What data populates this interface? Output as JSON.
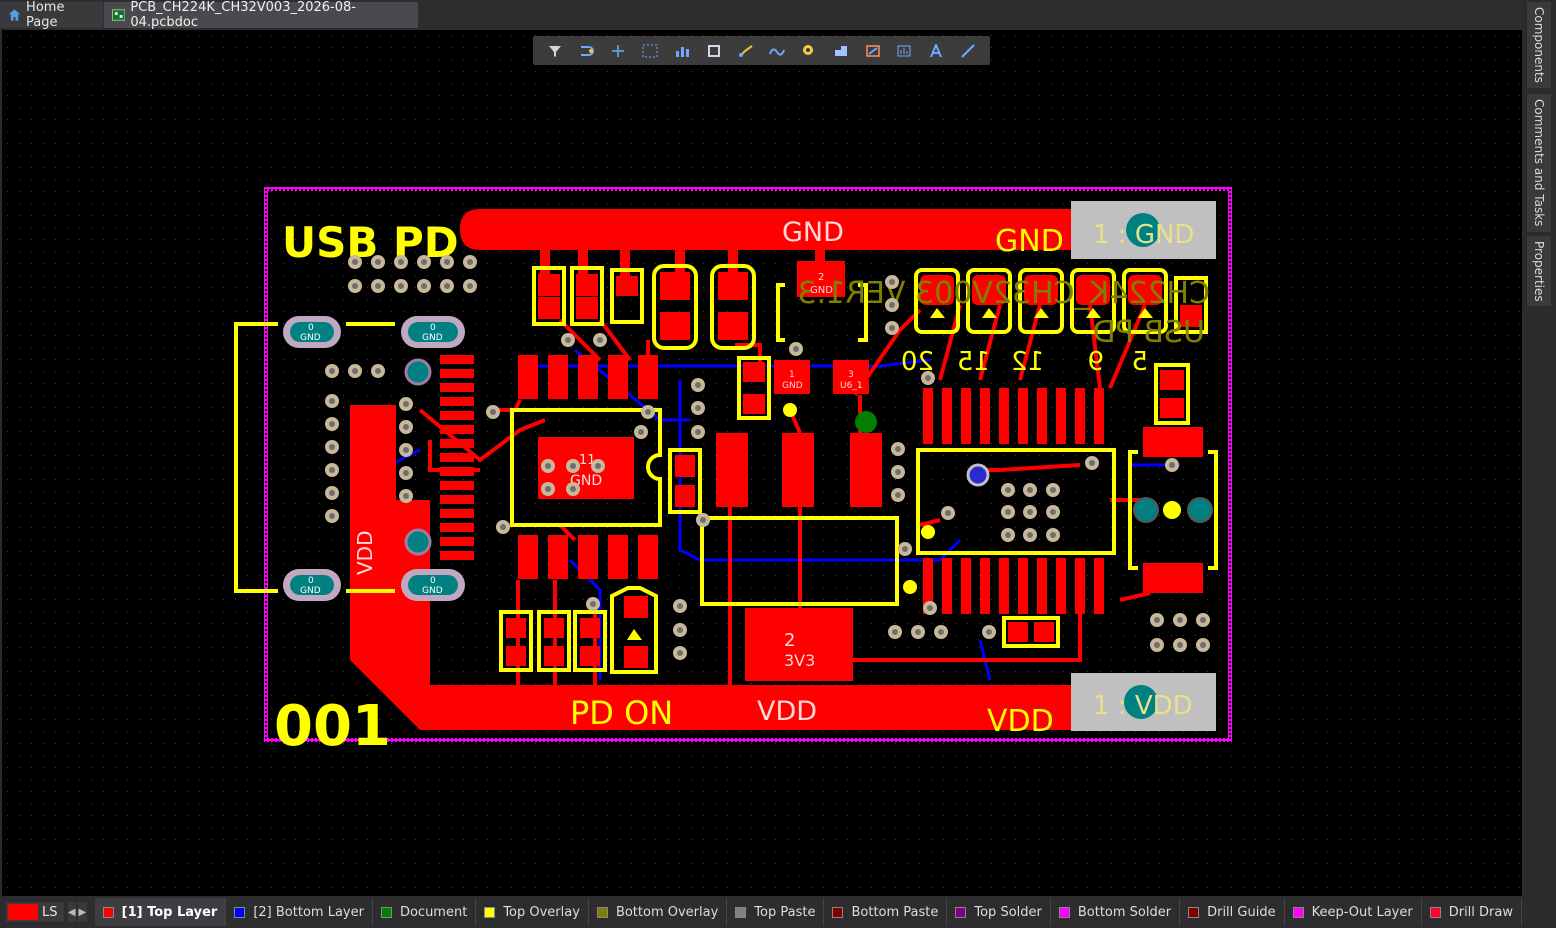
{
  "tabs": {
    "home_label": "Home Page",
    "doc_label": "PCB_CH224K_CH32V003_2026-08-04.pcbdoc"
  },
  "side_panels": [
    "Components",
    "Comments and Tasks",
    "Properties"
  ],
  "toolbar_icons": [
    "filter-icon",
    "route-icon",
    "cross-icon",
    "select-rect-icon",
    "chart-icon",
    "component-icon",
    "wire-icon",
    "arc-icon",
    "pad-icon",
    "fill-icon",
    "polygon-icon",
    "dimension-icon",
    "text-icon",
    "line-icon"
  ],
  "status": {
    "ls_label": "LS",
    "layers": [
      {
        "label": "[1] Top Layer",
        "color": "#ff0000",
        "active": true
      },
      {
        "label": "[2] Bottom Layer",
        "color": "#0000ff",
        "active": false
      },
      {
        "label": "Document",
        "color": "#008000",
        "active": false
      },
      {
        "label": "Top Overlay",
        "color": "#ffff00",
        "active": false
      },
      {
        "label": "Bottom Overlay",
        "color": "#808000",
        "active": false
      },
      {
        "label": "Top Paste",
        "color": "#808080",
        "active": false
      },
      {
        "label": "Bottom Paste",
        "color": "#800000",
        "active": false
      },
      {
        "label": "Top Solder",
        "color": "#800080",
        "active": false
      },
      {
        "label": "Bottom Solder",
        "color": "#ff00ff",
        "active": false
      },
      {
        "label": "Drill Guide",
        "color": "#800000",
        "active": false
      },
      {
        "label": "Keep-Out Layer",
        "color": "#ff00ff",
        "active": false
      },
      {
        "label": "Drill Draw",
        "color": "#ff0033",
        "active": false
      }
    ]
  },
  "pcb": {
    "silk_usb_pd": "USB PD",
    "silk_001": "001",
    "net_gnd": "GND",
    "net_vdd": "VDD",
    "net_3v3": "3V3",
    "text_pd_on": "PD ON",
    "pad_gnd_label": "1 : GND",
    "pad_vdd_label": "1 : VDD",
    "bottom_overlay_text": "CH224K_CH32V003 VER1.3",
    "bottom_overlay_text2": "USB PD",
    "pad_numbers": [
      "20",
      "15",
      "12",
      "9",
      "5"
    ],
    "u6_pin1": "1",
    "u6_pin1_net": "GND",
    "u6_pin2": "2",
    "u6_pin2_net": "GND",
    "u6_pin3": "3",
    "u6_pin3_net": "U6_1",
    "ic_pin_num": "11",
    "ic_pin_net": "GND",
    "reg_pin_num": "2",
    "usb_shell_num": "0",
    "usb_shell_net": "GND"
  }
}
